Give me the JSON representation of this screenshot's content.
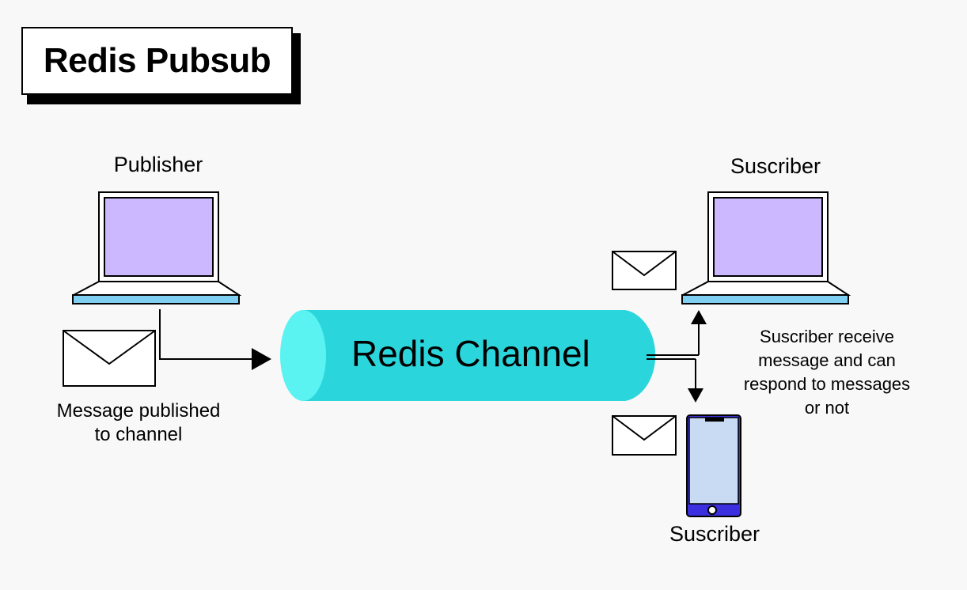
{
  "title": "Redis Pubsub",
  "publisher": {
    "label": "Publisher",
    "message_caption_line1": "Message published",
    "message_caption_line2": "to channel"
  },
  "channel": {
    "label": "Redis Channel"
  },
  "subscribers": [
    {
      "label": "Suscriber",
      "device": "laptop"
    },
    {
      "label": "Suscriber",
      "device": "phone"
    }
  ],
  "subscriber_note": [
    "Suscriber receive",
    "message and can",
    "respond to messages",
    "or not"
  ],
  "colors": {
    "background": "#f8f8f8",
    "laptop_screen": "#cbb8ff",
    "laptop_base": "#7ecff2",
    "channel_body": "#2ad6dc",
    "channel_cap": "#5af3f1",
    "phone_frame": "#3b2fe0",
    "phone_screen": "#c9dbf2",
    "envelope": "#ffffff"
  }
}
